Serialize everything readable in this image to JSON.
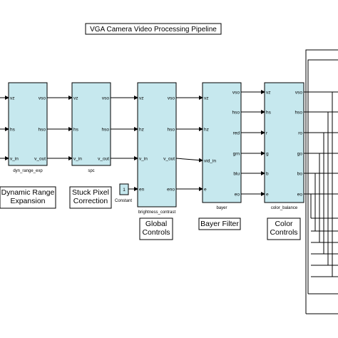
{
  "title": "VGA Camera Video Processing Pipeline",
  "blocks": [
    {
      "name": "dyn_range_exp",
      "inputs": [
        "vz",
        "hs",
        "v_in"
      ],
      "outputs": [
        "vso",
        "hso",
        "v_out"
      ]
    },
    {
      "name": "spc",
      "inputs": [
        "vz",
        "hs",
        "v_in"
      ],
      "outputs": [
        "vso",
        "hso",
        "v_out"
      ]
    },
    {
      "name": "brightness_contrast",
      "inputs": [
        "vz",
        "hz",
        "v_in",
        "en"
      ],
      "outputs": [
        "vso",
        "hso",
        "v_out",
        "eno"
      ]
    },
    {
      "name": "bayer",
      "inputs": [
        "vz",
        "hz",
        "vid_in",
        "e"
      ],
      "outputs": [
        "vso",
        "hso",
        "red",
        "grn",
        "blu",
        "eo"
      ]
    },
    {
      "name": "color_balance",
      "inputs": [
        "vz",
        "hs",
        "r",
        "g",
        "b",
        "e"
      ],
      "outputs": [
        "vso",
        "hso",
        "ro",
        "go",
        "bo",
        "eo"
      ]
    }
  ],
  "constant": {
    "value": "1",
    "name": "Constant"
  },
  "captions": [
    {
      "lines": [
        "Dynamic Range",
        "Expansion"
      ]
    },
    {
      "lines": [
        "Stuck Pixel",
        "Correction"
      ]
    },
    {
      "lines": [
        "Global",
        "Controls"
      ]
    },
    {
      "lines": [
        "Bayer Filter"
      ]
    },
    {
      "lines": [
        "Color",
        "Controls"
      ]
    }
  ]
}
